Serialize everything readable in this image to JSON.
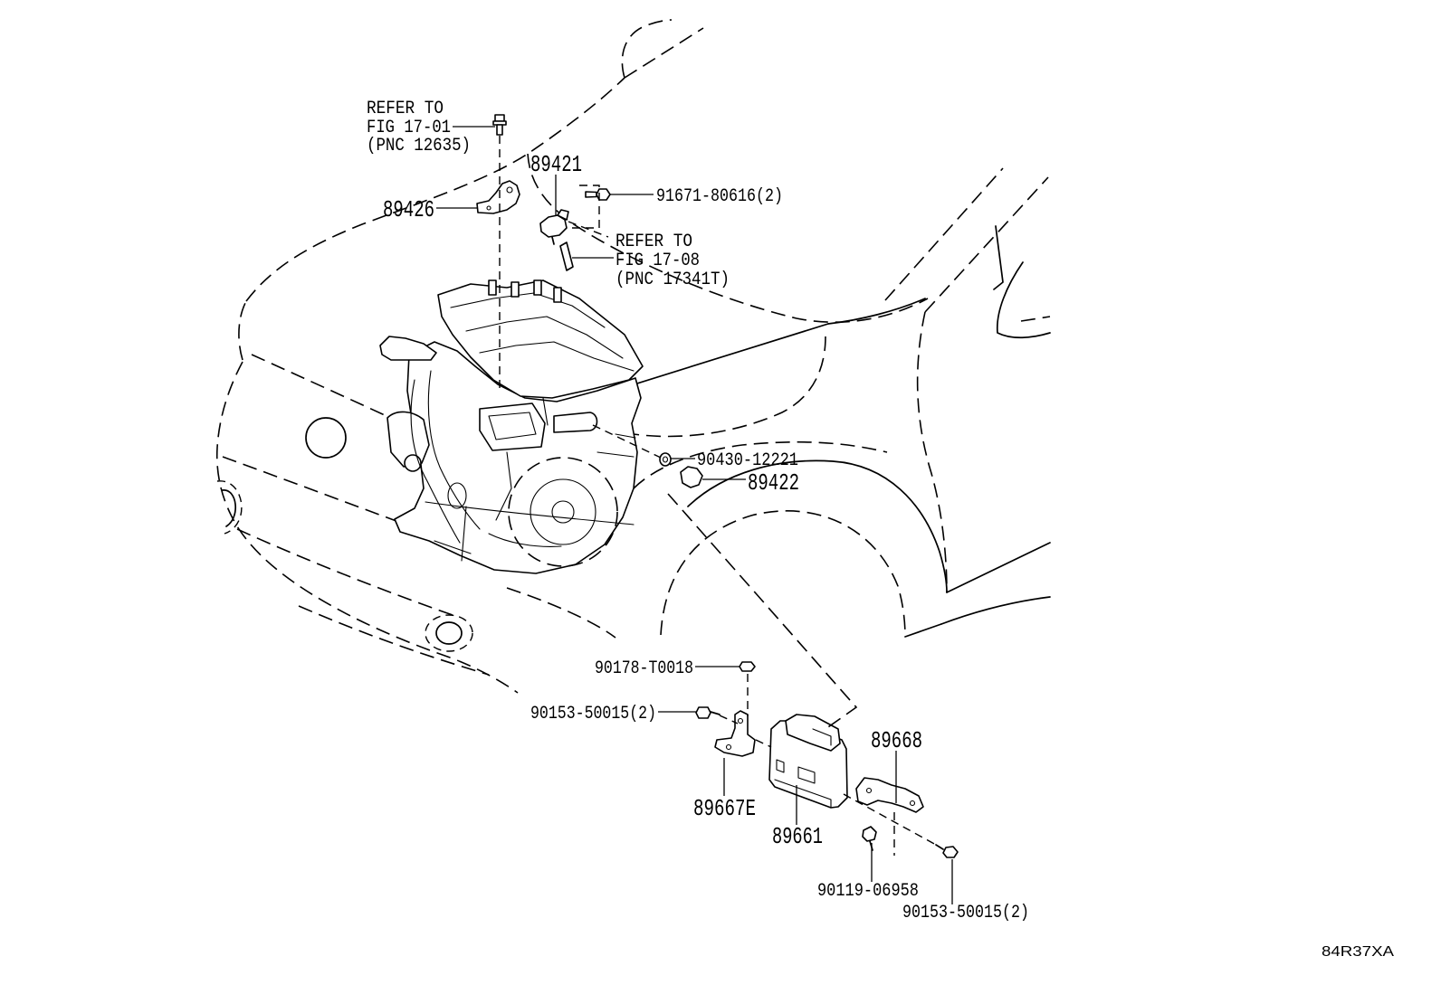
{
  "diagram": {
    "references": [
      {
        "line1": "REFER TO",
        "line2": "FIG 17-01",
        "line3": "(PNC 12635)"
      },
      {
        "line1": "REFER TO",
        "line2": "FIG 17-08",
        "line3": "(PNC 17341T)"
      }
    ],
    "callouts": {
      "c89421": "89421",
      "c91671_80616": "91671-80616(2)",
      "c89426": "89426",
      "c90430_12221": "90430-12221",
      "c89422": "89422",
      "c90178_T0018": "90178-T0018",
      "c90153_50015_left": "90153-50015(2)",
      "c89668": "89668",
      "c89667E": "89667E",
      "c89661": "89661",
      "c90119_06958": "90119-06958",
      "c90153_50015_right": "90153-50015(2)"
    },
    "figure_code": "84R37XA"
  },
  "colors": {
    "background": "#ffffff",
    "ink": "#000000"
  }
}
